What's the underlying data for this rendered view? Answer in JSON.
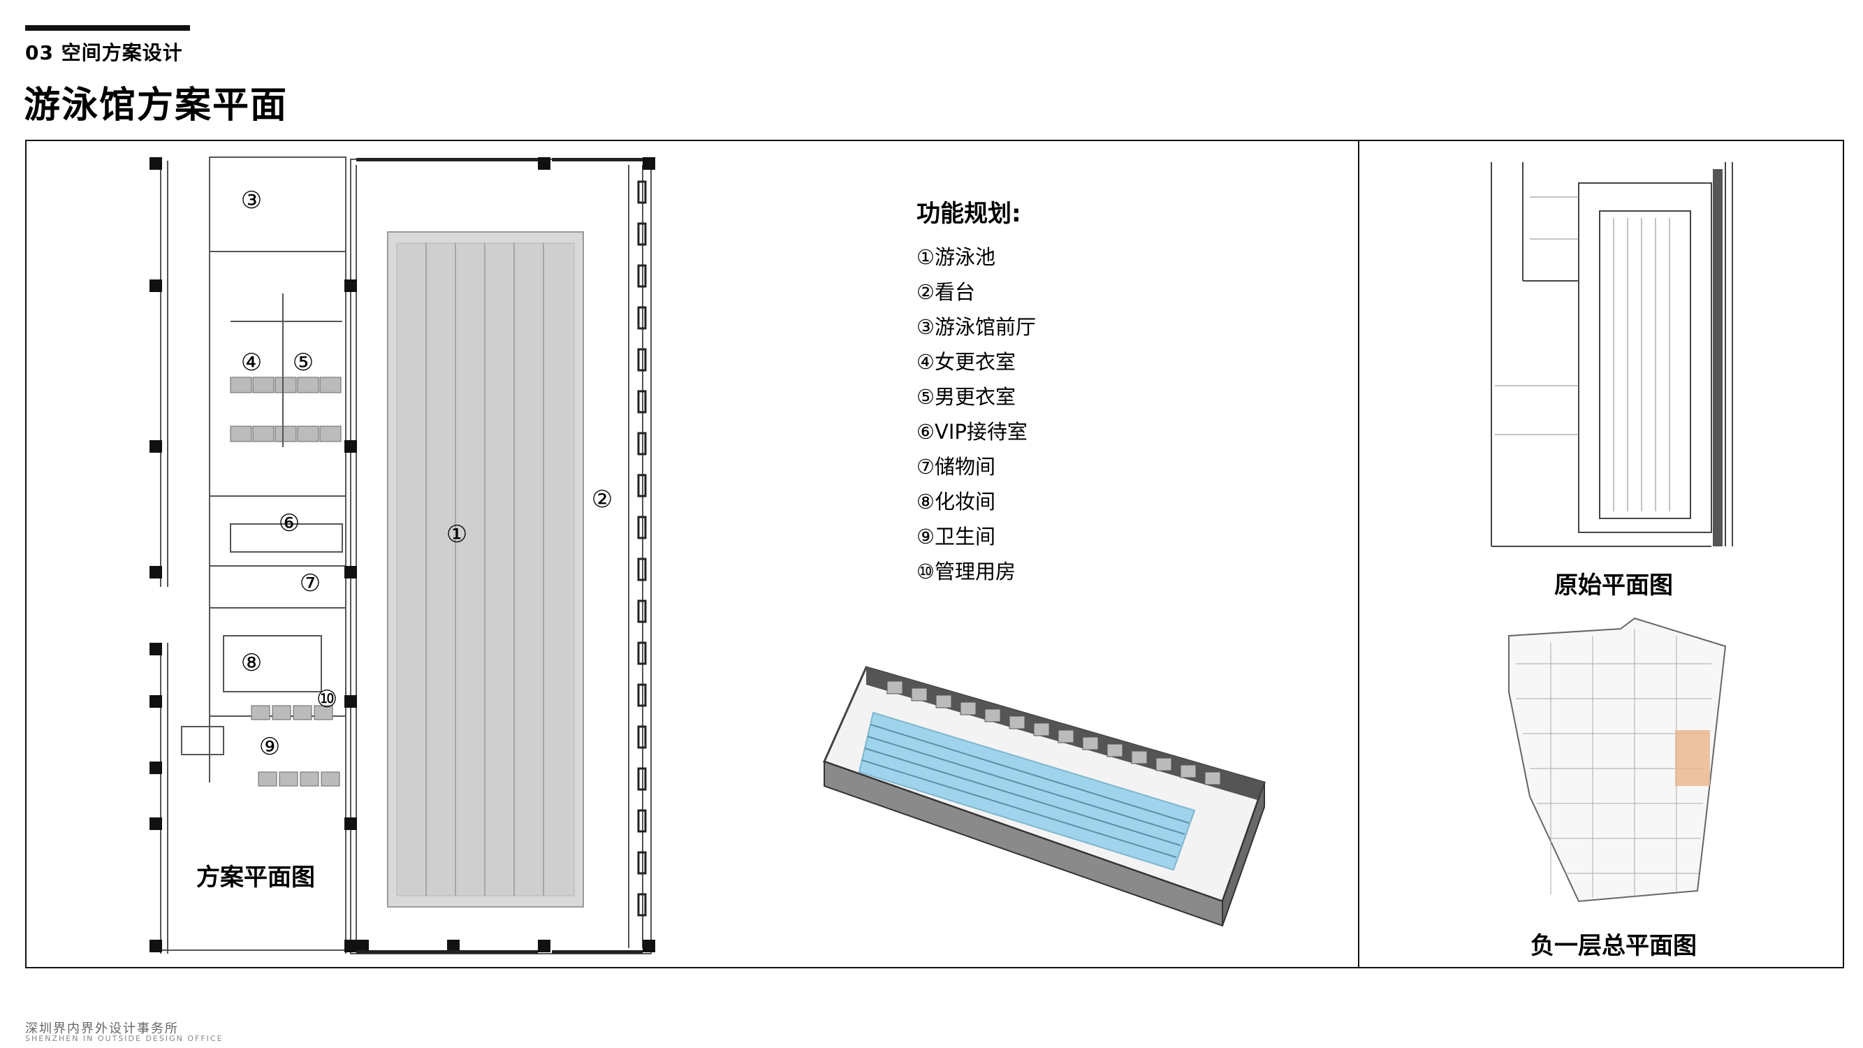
{
  "header": {
    "section_label": "03  空间方案设计",
    "page_title": "游泳馆方案平面"
  },
  "plan": {
    "caption": "方案平面图",
    "markers": [
      "①",
      "②",
      "③",
      "④",
      "⑤",
      "⑥",
      "⑦",
      "⑧",
      "⑨",
      "⑩"
    ]
  },
  "legend": {
    "title": "功能规划:",
    "items": [
      "①游泳池",
      "②看台",
      "③游泳馆前厅",
      "④女更衣室",
      "⑤男更衣室",
      "⑥VIP接待室",
      "⑦储物间",
      "⑧化妆间",
      "⑨卫生间",
      "⑩管理用房"
    ]
  },
  "thumbnails": {
    "original_caption": "原始平面图",
    "basement_caption": "负一层总平面图"
  },
  "footer": {
    "company_cn": "深圳界内界外设计事务所",
    "company_en": "SHENZHEN IN OUTSIDE DESIGN OFFICE"
  },
  "colors": {
    "pool_fill": "#d9d9d9",
    "water_blue": "#9fd4ec",
    "highlight": "#e8b48a"
  }
}
